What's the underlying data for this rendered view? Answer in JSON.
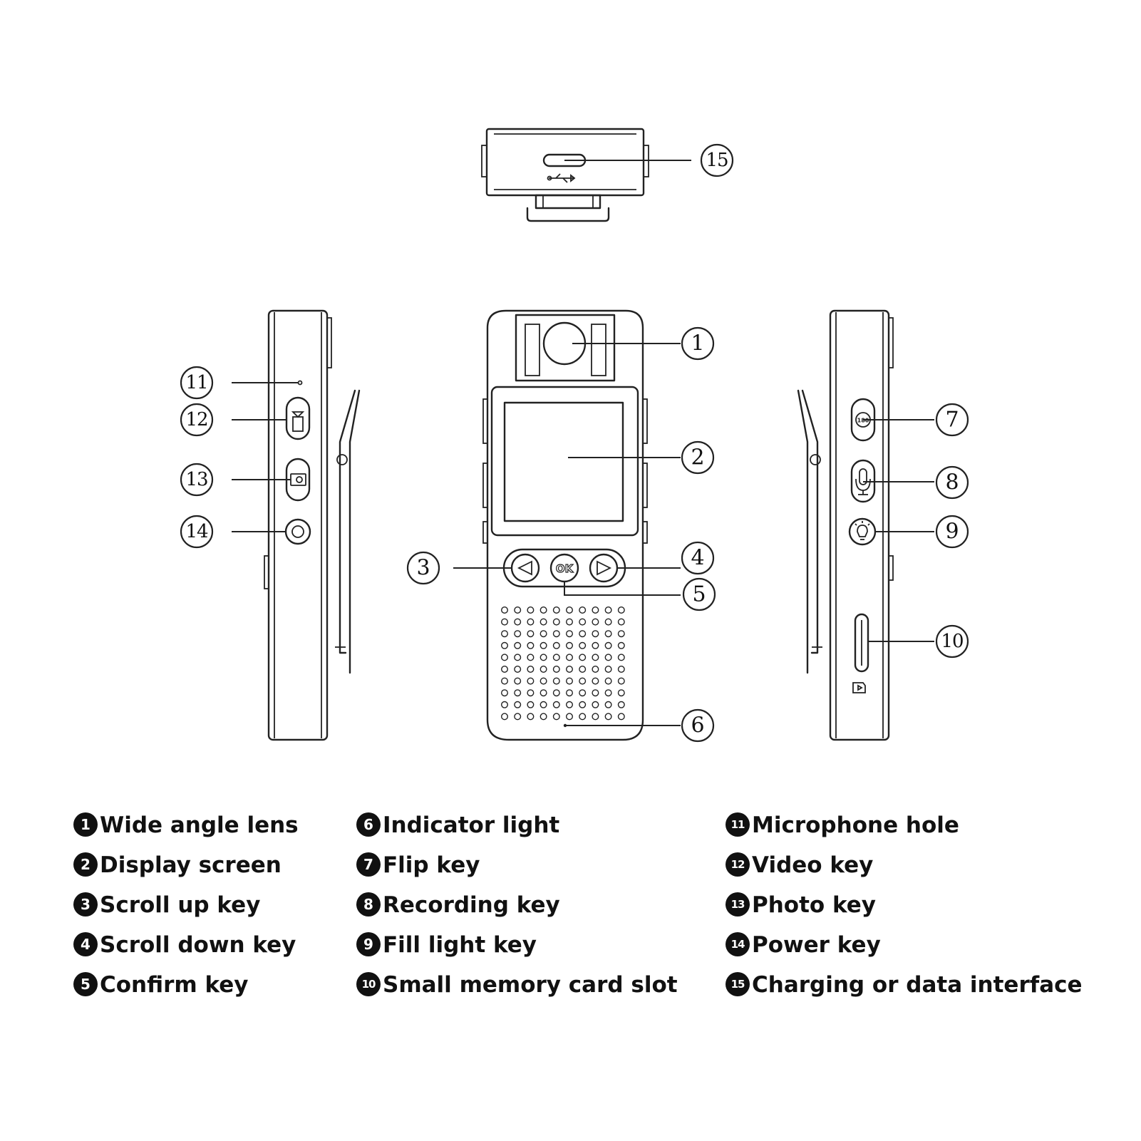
{
  "callouts": [
    "1",
    "2",
    "3",
    "4",
    "5",
    "6",
    "7",
    "8",
    "9",
    "10",
    "11",
    "12",
    "13",
    "14",
    "15"
  ],
  "button_ok": "OK",
  "flip_icon_text": "180",
  "icons": {
    "usb": "usb-icon",
    "video": "video-icon",
    "photo": "camera-icon",
    "power": "power-icon",
    "flip": "flip-180-icon",
    "microphone": "microphone-icon",
    "fill_light": "bulb-icon",
    "memory_card": "memory-card-icon",
    "left": "arrow-left-icon",
    "right": "arrow-right-icon"
  },
  "legend": {
    "col1": [
      {
        "num": "1",
        "label": "Wide angle lens"
      },
      {
        "num": "2",
        "label": "Display screen"
      },
      {
        "num": "3",
        "label": "Scroll up key"
      },
      {
        "num": "4",
        "label": "Scroll down key"
      },
      {
        "num": "5",
        "label": "Confirm key"
      }
    ],
    "col2": [
      {
        "num": "6",
        "label": "Indicator light"
      },
      {
        "num": "7",
        "label": "Flip key"
      },
      {
        "num": "8",
        "label": "Recording key"
      },
      {
        "num": "9",
        "label": "Fill light key"
      },
      {
        "num": "10",
        "label": "Small memory card slot"
      }
    ],
    "col3": [
      {
        "num": "11",
        "label": "Microphone hole"
      },
      {
        "num": "12",
        "label": "Video key"
      },
      {
        "num": "13",
        "label": "Photo key"
      },
      {
        "num": "14",
        "label": "Power key"
      },
      {
        "num": "15",
        "label": "Charging or data interface"
      }
    ]
  }
}
